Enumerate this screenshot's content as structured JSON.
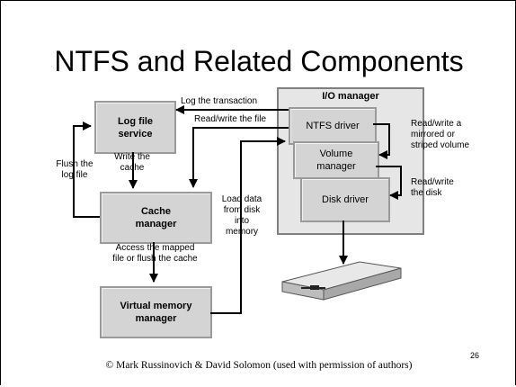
{
  "title": "NTFS and Related Components",
  "io_manager": {
    "title": "I/O manager",
    "ntfs_driver": "NTFS driver",
    "volume_manager": "Volume\nmanager",
    "disk_driver": "Disk driver"
  },
  "components": {
    "log_file_service": "Log file\nservice",
    "cache_manager": "Cache\nmanager",
    "virtual_memory_manager": "Virtual memory\nmanager"
  },
  "labels": {
    "log_transaction": "Log the transaction",
    "read_write_file": "Read/write the file",
    "write_cache": "Write the\ncache",
    "flush_log": "Flush the\nlog file",
    "access_mapped": "Access the mapped\nfile or flush the cache",
    "load_data": "Load data\nfrom disk\ninto\nmemory",
    "mirrored": "Read/write a\nmirrored or\nstriped volume",
    "read_write_disk": "Read/write\nthe disk"
  },
  "footer": "© Mark Russinovich & David Solomon (used with permission of authors)",
  "page_number": "26"
}
